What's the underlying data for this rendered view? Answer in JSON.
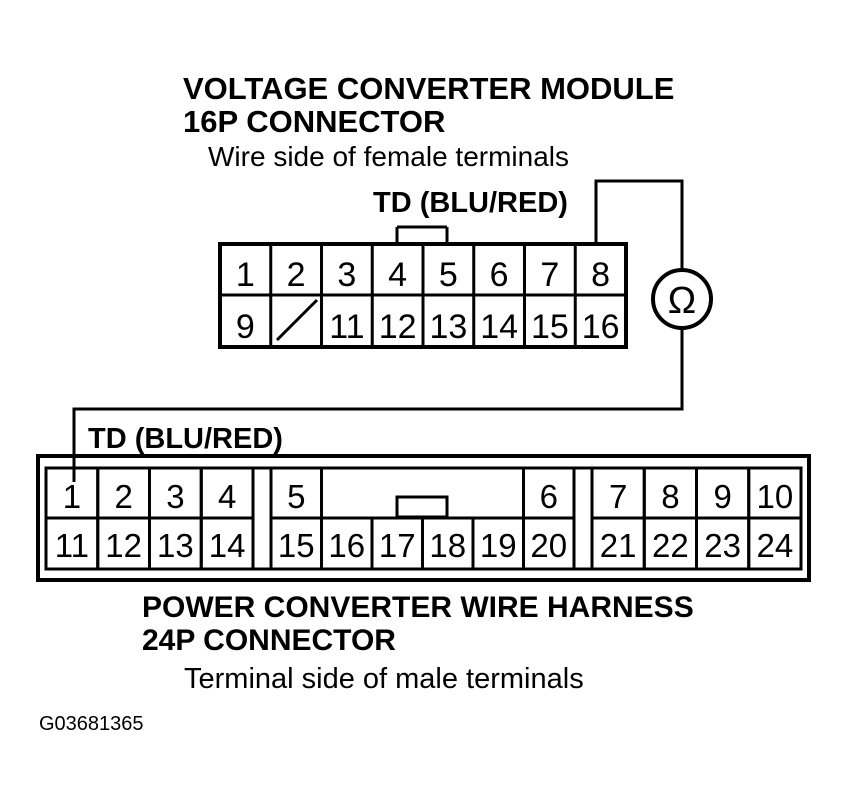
{
  "module": {
    "title_line1": "VOLTAGE CONVERTER MODULE",
    "title_line2": "16P CONNECTOR",
    "subtitle": "Wire side of female terminals",
    "td_label": "TD (BLU/RED)",
    "top_row": [
      "1",
      "2",
      "3",
      "4",
      "5",
      "6",
      "7",
      "8"
    ],
    "bottom_row": [
      "9",
      "",
      "11",
      "12",
      "13",
      "14",
      "15",
      "16"
    ]
  },
  "meter": {
    "symbol": "Ω",
    "icon": "ohmmeter-icon"
  },
  "harness": {
    "td_label": "TD (BLU/RED)",
    "top_labels": [
      "1",
      "2",
      "3",
      "4",
      "5",
      "6",
      "7",
      "8",
      "9",
      "10"
    ],
    "bottom_labels": [
      "11",
      "12",
      "13",
      "14",
      "15",
      "16",
      "17",
      "18",
      "19",
      "20",
      "21",
      "22",
      "23",
      "24"
    ],
    "title_line1": "POWER CONVERTER WIRE HARNESS",
    "title_line2": "24P CONNECTOR",
    "subtitle": "Terminal side of male terminals"
  },
  "figure_id": "G03681365"
}
